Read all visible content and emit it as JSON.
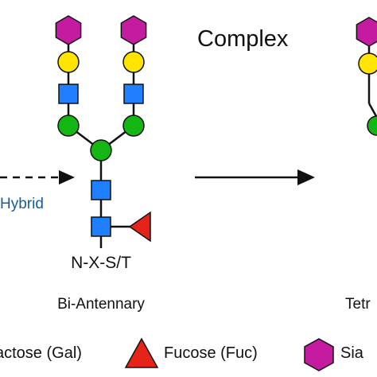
{
  "colors": {
    "galactose": "#ffe400",
    "glcnac": "#1f7fff",
    "mannose": "#13b613",
    "sialic_acid": "#c51ba0",
    "fucose": "#e62318",
    "hybrid_text": "#1a5b96",
    "line": "#111111"
  },
  "labels": {
    "complex": "Complex",
    "hybrid": "Hybrid",
    "sequon": "N-X-S/T",
    "bi_antennary": "Bi-Antennary",
    "tetra_partial": "Tetr"
  },
  "legend": [
    {
      "shape": "circle",
      "color_key": "galactose",
      "icon_name": "galactose-circle-icon",
      "label": "actose (Gal)"
    },
    {
      "shape": "triangle",
      "color_key": "fucose",
      "icon_name": "fucose-triangle-icon",
      "label": "Fucose (Fuc)"
    },
    {
      "shape": "hexagon",
      "color_key": "sialic_acid",
      "icon_name": "sialic-acid-hexagon-icon",
      "label": "Sia"
    }
  ]
}
